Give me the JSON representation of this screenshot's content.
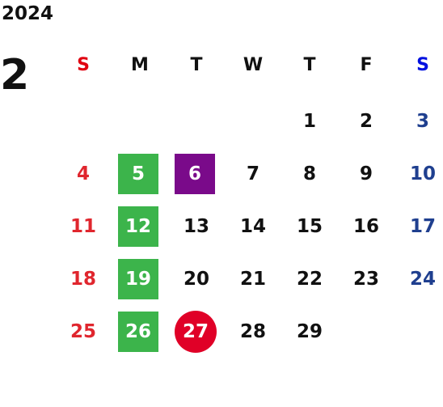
{
  "calendar": {
    "year": "2024",
    "month": "2",
    "weekdays": [
      "S",
      "M",
      "T",
      "W",
      "T",
      "F",
      "S"
    ],
    "weeks": [
      [
        "",
        "",
        "",
        "",
        "1",
        "2",
        "3"
      ],
      [
        "4",
        "5",
        "6",
        "7",
        "8",
        "9",
        "10"
      ],
      [
        "11",
        "12",
        "13",
        "14",
        "15",
        "16",
        "17"
      ],
      [
        "18",
        "19",
        "20",
        "21",
        "22",
        "23",
        "24"
      ],
      [
        "25",
        "26",
        "27",
        "28",
        "29",
        "",
        ""
      ]
    ]
  },
  "colors": {
    "sunday": "#e0262e",
    "saturday": "#1f3f8f",
    "monday_highlight": "#3cb44b",
    "day6_highlight": "#7a0a8a",
    "day27_highlight": "#e00027"
  }
}
